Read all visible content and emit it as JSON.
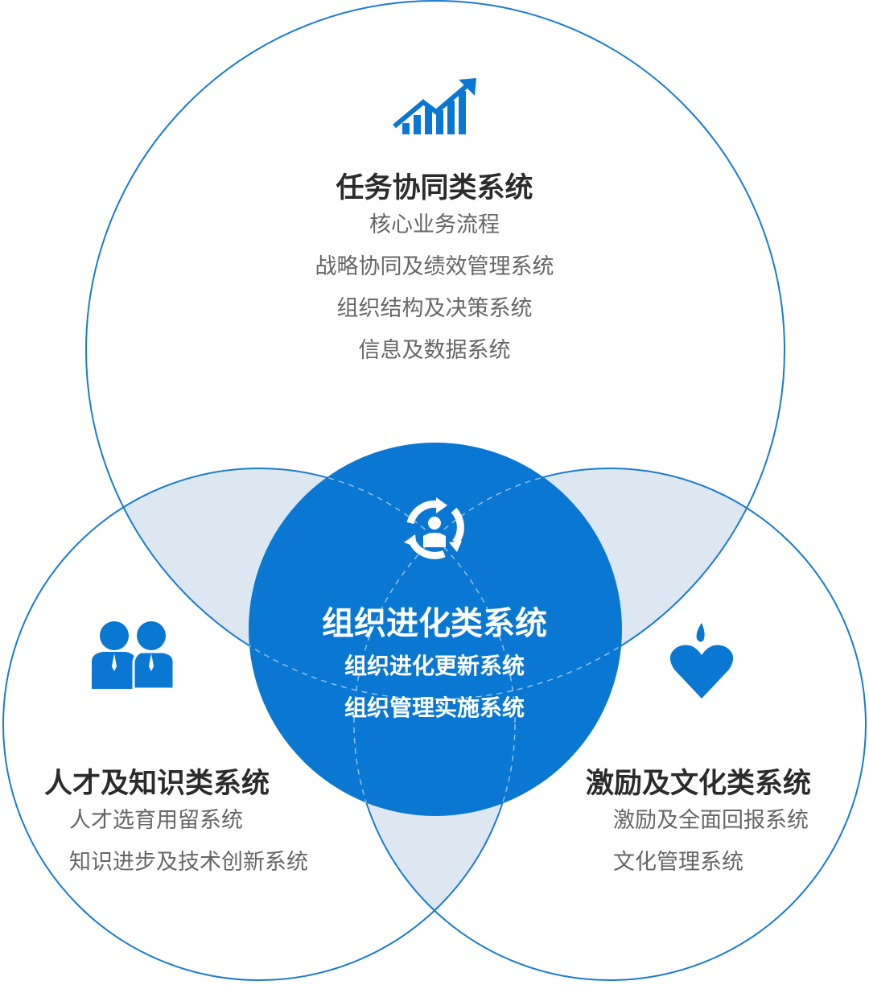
{
  "colors": {
    "primary": "#0a78d2",
    "overlap": "#dce7f2",
    "outline": "#1a7ccf"
  },
  "top": {
    "icon": "growth-chart-icon",
    "title": "任务协同类系统",
    "items": [
      "核心业务流程",
      "战略协同及绩效管理系统",
      "组织结构及决策系统",
      "信息及数据系统"
    ]
  },
  "center": {
    "icon": "person-cycle-icon",
    "title": "组织进化类系统",
    "items": [
      "组织进化更新系统",
      "组织管理实施系统"
    ]
  },
  "left": {
    "icon": "people-icon",
    "title": "人才及知识类系统",
    "items": [
      "人才选育用留系统",
      "知识进步及技术创新系统"
    ]
  },
  "right": {
    "icon": "heart-flame-icon",
    "title": "激励及文化类系统",
    "items": [
      "激励及全面回报系统",
      "文化管理系统"
    ]
  }
}
